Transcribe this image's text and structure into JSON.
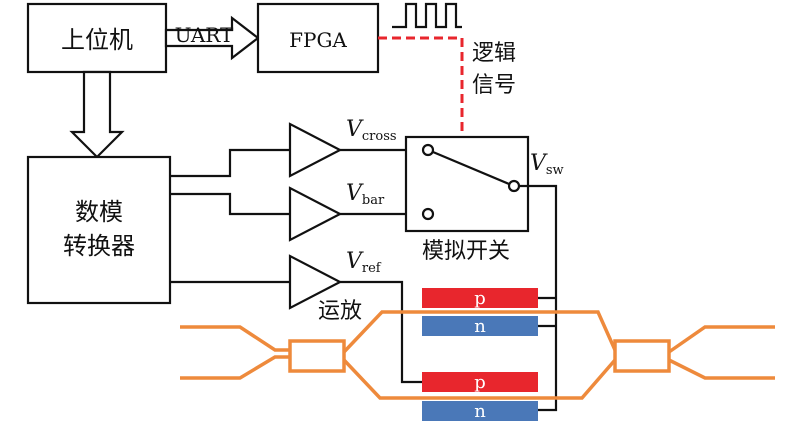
{
  "blocks": {
    "host_pc": "上位机",
    "fpga": "FPGA",
    "dac_line1": "数模",
    "dac_line2": "转换器",
    "analog_switch": "模拟开关",
    "op_amp": "运放"
  },
  "labels": {
    "uart": "UART",
    "logic_line1": "逻辑",
    "logic_line2": "信号",
    "v": "V",
    "v_cross_sub": "cross",
    "v_bar_sub": "bar",
    "v_ref_sub": "ref",
    "v_sw_sub": "sw",
    "p": "p",
    "n": "n"
  },
  "colors": {
    "logic_signal": "#e8262d",
    "waveguide": "#ee8a3c",
    "p_region": "#e8262d",
    "n_region": "#4a78b8",
    "wire": "#111111"
  }
}
